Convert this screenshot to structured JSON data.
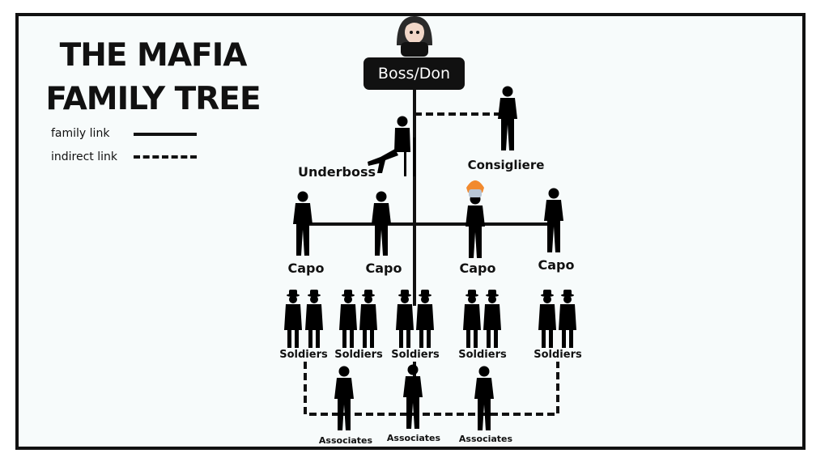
{
  "title_line1": "THE MAFIA",
  "title_line2": "FAMILY TREE",
  "legend": {
    "family": "family link",
    "indirect": "indirect link"
  },
  "roles": {
    "boss": "Boss/Don",
    "underboss": "Underboss",
    "consigliere": "Consigliere",
    "capo": [
      "Capo",
      "Capo",
      "Capo",
      "Capo"
    ],
    "soldiers": [
      "Soldiers",
      "Soldiers",
      "Soldiers",
      "Soldiers",
      "Soldiers"
    ],
    "associates": [
      "Associates",
      "Associates",
      "Associates"
    ]
  },
  "colors": {
    "ink": "#111111",
    "background": "#f7fbfb",
    "boss_skin": "#f1d7c8",
    "capo_hair": "#f28a2e",
    "mask": "#b8c6d6"
  }
}
